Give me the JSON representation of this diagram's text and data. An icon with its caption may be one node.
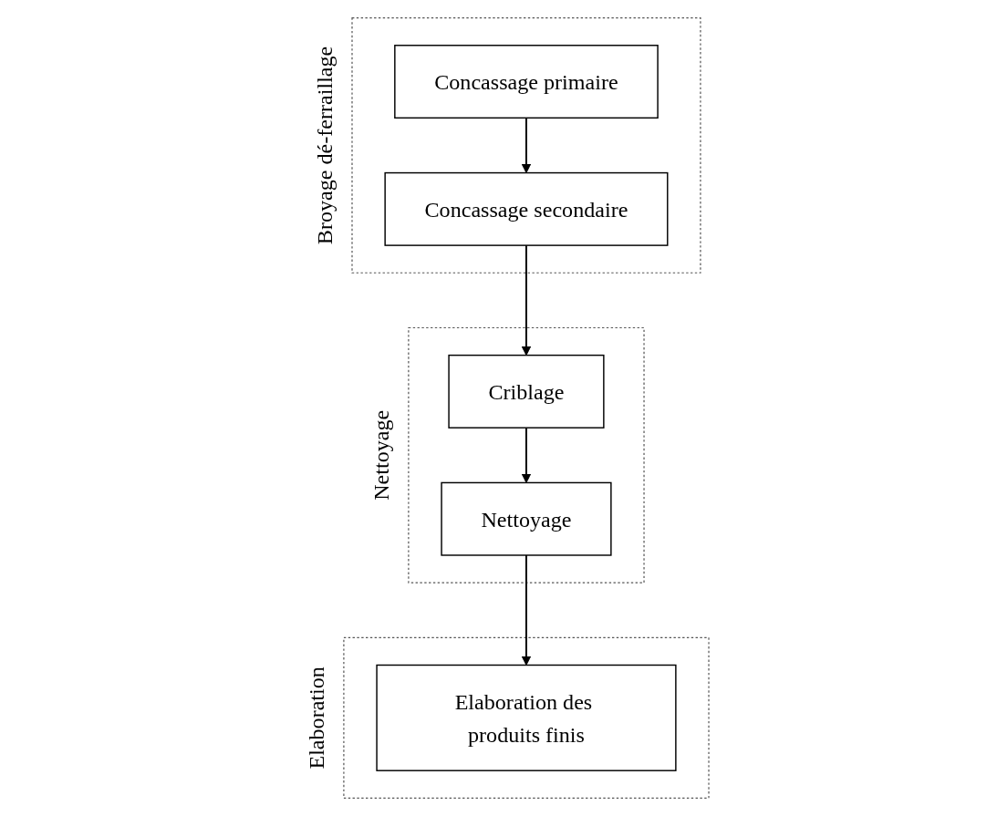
{
  "diagram": {
    "nodes": [
      {
        "text": [
          "Broyage dé-ferraillage"
        ]
      },
      {
        "text": [
          "Concassage primaire"
        ],
        "in": 0
      },
      {
        "text": [
          "Concassage secondaire"
        ],
        "in": 0
      },
      {
        "text": [
          "Nettoyage"
        ]
      },
      {
        "text": [
          "Criblage"
        ],
        "in": 3
      },
      {
        "text": [
          "Nettoyage"
        ],
        "in": 3
      },
      {
        "text": [
          "Elaboration"
        ]
      },
      {
        "text": [
          "Elaboration des produits finis"
        ],
        "in": 6
      }
    ],
    "edges": [
      {
        "from": 1,
        "to": 2,
        "arrow": "to"
      },
      {
        "from": 2,
        "to": 4,
        "arrow": "to"
      },
      {
        "from": 4,
        "to": 5,
        "arrow": "to"
      },
      {
        "from": 5,
        "to": 7,
        "arrow": "to"
      }
    ]
  }
}
